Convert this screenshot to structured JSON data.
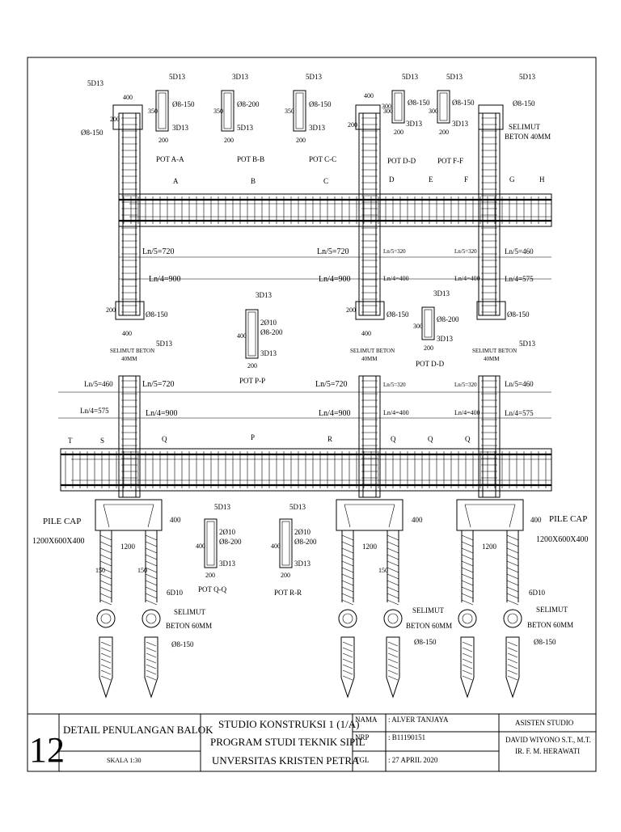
{
  "sections": {
    "top": [
      "POT A-A",
      "POT B-B",
      "POT C-C",
      "POT D-D",
      "POT F-F"
    ],
    "mid": [
      "POT P-P",
      "POT D-D"
    ],
    "bottom": [
      "POT Q-Q",
      "POT R-R"
    ]
  },
  "section_notes": {
    "aa": [
      "5D13",
      "Ø8-150",
      "3D13",
      "350",
      "200"
    ],
    "bb": [
      "3D13",
      "Ø8-200",
      "5D13",
      "350",
      "200"
    ],
    "cc": [
      "5D13",
      "Ø8-150",
      "3D13",
      "350",
      "200"
    ],
    "dd": [
      "5D13",
      "Ø8-150",
      "3D13",
      "300",
      "200"
    ],
    "ff": [
      "5D13",
      "Ø8-150",
      "3D13",
      "300",
      "200"
    ],
    "pp": [
      "3D13",
      "2Ø10",
      "Ø8-200",
      "3D13",
      "400",
      "200"
    ],
    "dd2": [
      "3D13",
      "Ø8-200",
      "3D13",
      "300",
      "200"
    ],
    "qq": [
      "5D13",
      "2Ø10",
      "Ø8-200",
      "3D13",
      "400",
      "200"
    ],
    "rr": [
      "5D13",
      "2Ø10",
      "Ø8-200",
      "3D13",
      "400",
      "200"
    ]
  },
  "column_notes": {
    "top_left": [
      "5D13",
      "400",
      "200",
      "Ø8-150"
    ],
    "top_right": [
      "5D13",
      "Ø8-150",
      "SELIMUT",
      "BETON 40MM"
    ],
    "mid_left": [
      "Ø8-150",
      "5D13",
      "200",
      "400",
      "SELIMUT BETON",
      "40MM"
    ],
    "mid_center": [
      "Ø8-150",
      "200",
      "400",
      "SELIMUT BETON",
      "40MM"
    ],
    "mid_right": [
      "Ø8-150",
      "5D13",
      "SELIMUT BETON",
      "40MM"
    ],
    "center_top": [
      "400",
      "300",
      "200"
    ]
  },
  "cut_marks": {
    "upper": [
      "A",
      "B",
      "C",
      "D",
      "E",
      "F",
      "G",
      "H"
    ],
    "lower": [
      "T",
      "S",
      "Q",
      "P",
      "R",
      "Q",
      "Q",
      "Q"
    ]
  },
  "span_labels": {
    "ln5_720": "Ln/5=720",
    "ln4_900": "Ln/4=900",
    "ln5_460": "Ln/5=460",
    "ln4_575": "Ln/4=575",
    "ln4_400": "Ln/4=400",
    "ln5_320": "Ln/5=320"
  },
  "pile": {
    "label": "PILE CAP",
    "size": "1200X600X400",
    "dim_width": "1200",
    "dim_height": "400",
    "dim_pile": "150",
    "bar": "6D10",
    "cover_1": "SELIMUT",
    "cover_2": "BETON 60MM",
    "stirrup": "Ø8-150"
  },
  "title_block": {
    "sheet_no": "12",
    "title": "DETAIL PENULANGAN BALOK",
    "scale": "SKALA 1:30",
    "studio": "STUDIO KONSTRUKSI 1 (1/A)",
    "program": "PROGRAM STUDI TEKNIK SIPIL",
    "university": "UNVERSITAS KRISTEN PETRA",
    "name_label": "NAMA",
    "name_value": ": ALVER TANJAYA",
    "nrp_label": "NRP",
    "nrp_value": ": B11190151",
    "date_label": "TGL",
    "date_value": ": 27 APRIL 2020",
    "assistant_label": "ASISTEN STUDIO",
    "assistant_1": "DAVID WIYONO S.T., M.T.",
    "assistant_2": "IR. F. M. HERAWATI"
  }
}
